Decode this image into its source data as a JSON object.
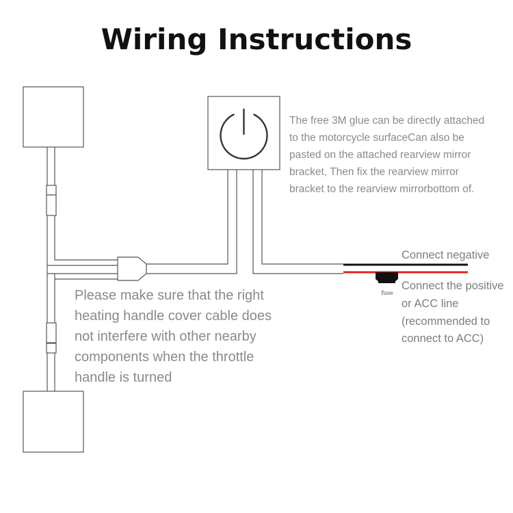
{
  "title": "Wiring Instructions",
  "switch_note": [
    "The free 3M glue can be directly attached",
    "to the motorcycle surfaceCan also be",
    "pasted on the attached rearview mirror",
    "bracket, Then fix the rearview mirror",
    "bracket to the rearview mirrorbottom of."
  ],
  "cable_note": [
    "Please make sure that the right",
    "heating handle cover cable does",
    "not interfere with other nearby",
    "components when the throttle",
    "handle is turned"
  ],
  "negative_label": "Connect negative",
  "positive_label": [
    "Connect the positive",
    "or ACC line",
    "(recommended to",
    "connect to ACC)"
  ],
  "fuse_label": "fuse",
  "icons": {
    "switch": "power-icon",
    "fuse": "fuse-icon"
  },
  "colors": {
    "negative_wire": "#111111",
    "positive_wire": "#e0261b",
    "outline": "#555555",
    "note_text": "#8a8a8a"
  }
}
